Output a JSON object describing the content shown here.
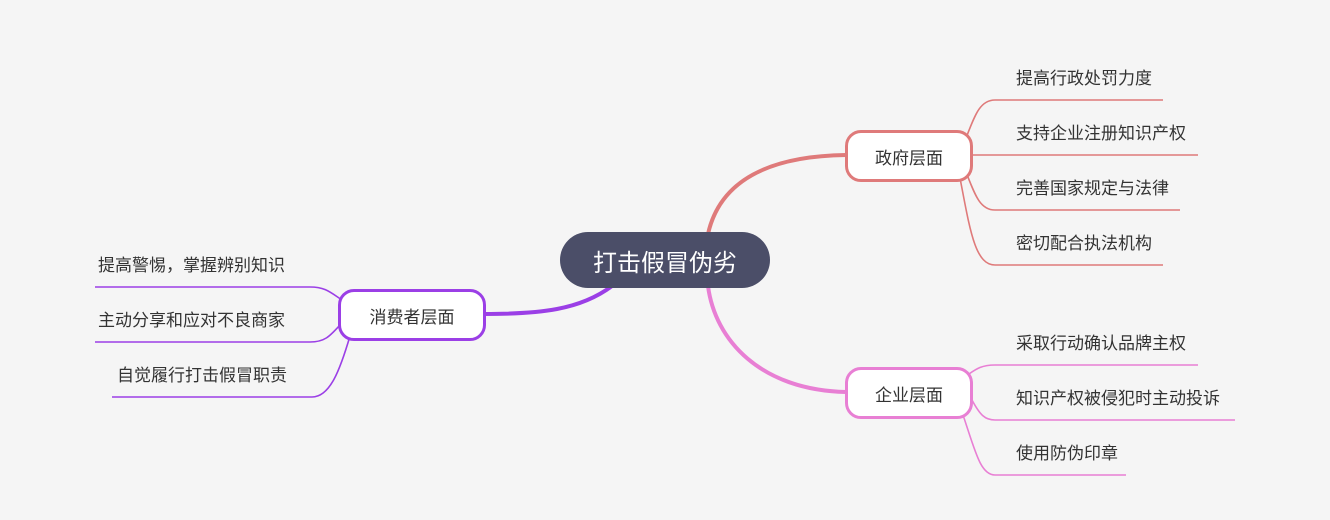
{
  "root": {
    "label": "打击假冒伪劣"
  },
  "branches": {
    "government": {
      "label": "政府层面",
      "color": "#df7a7a",
      "items": [
        "提高行政处罚力度",
        "支持企业注册知识产权",
        "完善国家规定与法律",
        "密切配合执法机构"
      ]
    },
    "enterprise": {
      "label": "企业层面",
      "color": "#e87fd4",
      "items": [
        "采取行动确认品牌主权",
        "知识产权被侵犯时主动投诉",
        "使用防伪印章"
      ]
    },
    "consumer": {
      "label": "消费者层面",
      "color": "#9b3fe6",
      "items": [
        "提高警惕，掌握辨别知识",
        "主动分享和应对不良商家",
        "自觉履行打击假冒职责"
      ]
    }
  }
}
